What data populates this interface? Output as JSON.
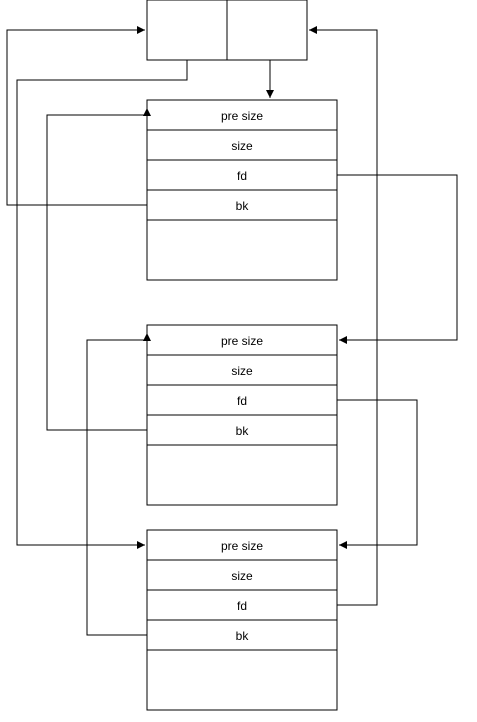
{
  "diagram": {
    "chunks": [
      {
        "fields": [
          "pre size",
          "size",
          "fd",
          "bk"
        ]
      },
      {
        "fields": [
          "pre size",
          "size",
          "fd",
          "bk"
        ]
      },
      {
        "fields": [
          "pre size",
          "size",
          "fd",
          "bk"
        ]
      }
    ]
  }
}
